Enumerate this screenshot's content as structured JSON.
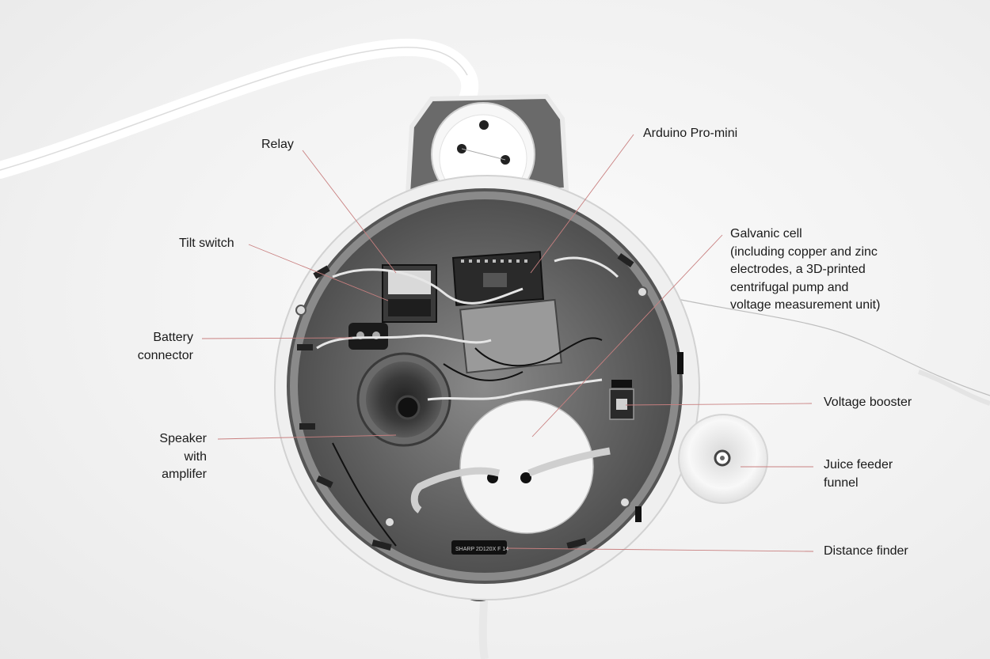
{
  "labels": {
    "relay": "Relay",
    "arduino": "Arduino Pro-mini",
    "tilt_switch": "Tilt switch",
    "galvanic_cell": "Galvanic cell\n(including copper and zinc\nelectrodes, a 3D-printed\ncentrifugal pump and\nvoltage measurement unit)",
    "battery_connector": "Battery\nconnector",
    "voltage_booster": "Voltage booster",
    "speaker": "Speaker\nwith\namplifer",
    "juice_funnel": "Juice feeder\nfunnel",
    "distance_finder": "Distance finder"
  },
  "pcb_text": "SHARP 2D120X F 14",
  "colors": {
    "leader_line": "#c98080",
    "background": "#f2f2f2",
    "housing": "#ececec",
    "board": "#6e6e6e"
  }
}
